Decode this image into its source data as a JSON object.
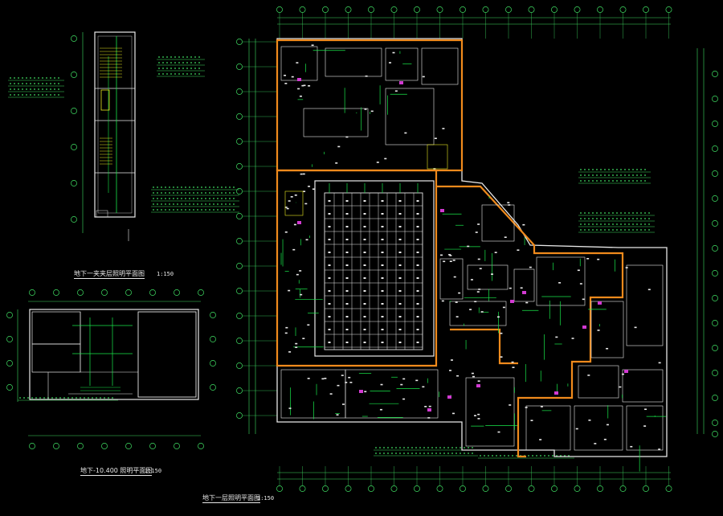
{
  "drawing": {
    "colors": {
      "background": "#000000",
      "wall": "#f08a1c",
      "wiring": "#19e84a",
      "grid": "#3fdc62",
      "text": "#e8e8e8",
      "fixture": "#e8e8e8",
      "accent": "#d23ad2",
      "stair": "#e8e820"
    },
    "views": [
      {
        "id": "stair",
        "title": "地下一夹夹层照明平面图",
        "scale": "1:150"
      },
      {
        "id": "small",
        "title": "地下-10.400 照明平面图",
        "scale": "1:150"
      },
      {
        "id": "main",
        "title": "地下一层照明平面图",
        "scale": "1:150"
      }
    ]
  }
}
